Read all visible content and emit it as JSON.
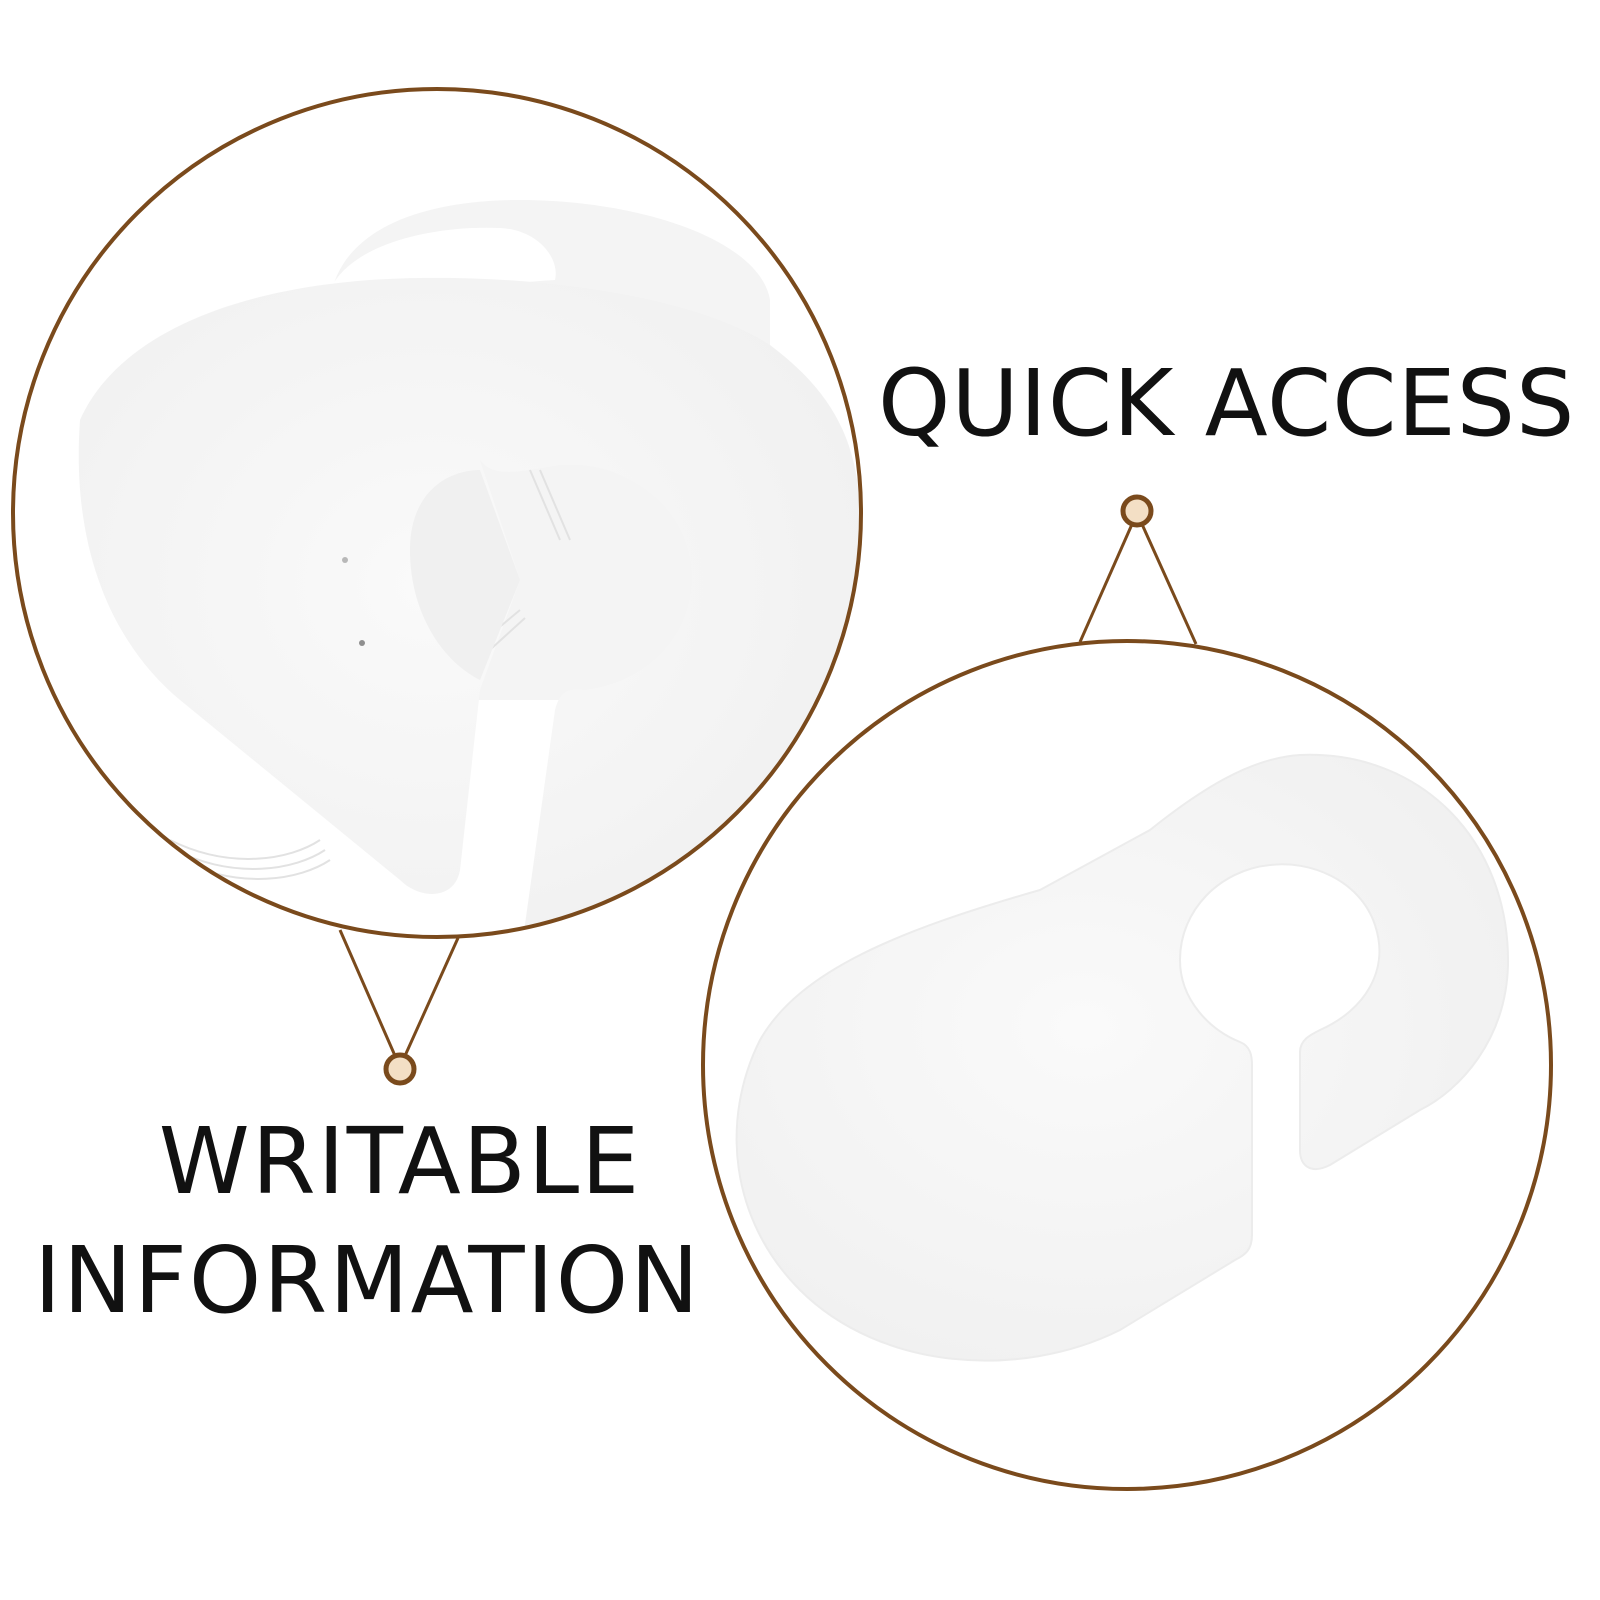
{
  "captions": {
    "quick_access": "QUICK ACCESS",
    "writable_line1": "WRITABLE",
    "writable_line2": "INFORMATION"
  },
  "colors": {
    "ring": "#7a4a1c",
    "dot_fill": "#f3dfc5",
    "tag": "#f7f7f7",
    "tag_shadow": "#ececec",
    "text": "#111111"
  },
  "product": {
    "item": "white plastic bottle neck tag",
    "views": [
      "stack close-up",
      "single tag"
    ]
  }
}
